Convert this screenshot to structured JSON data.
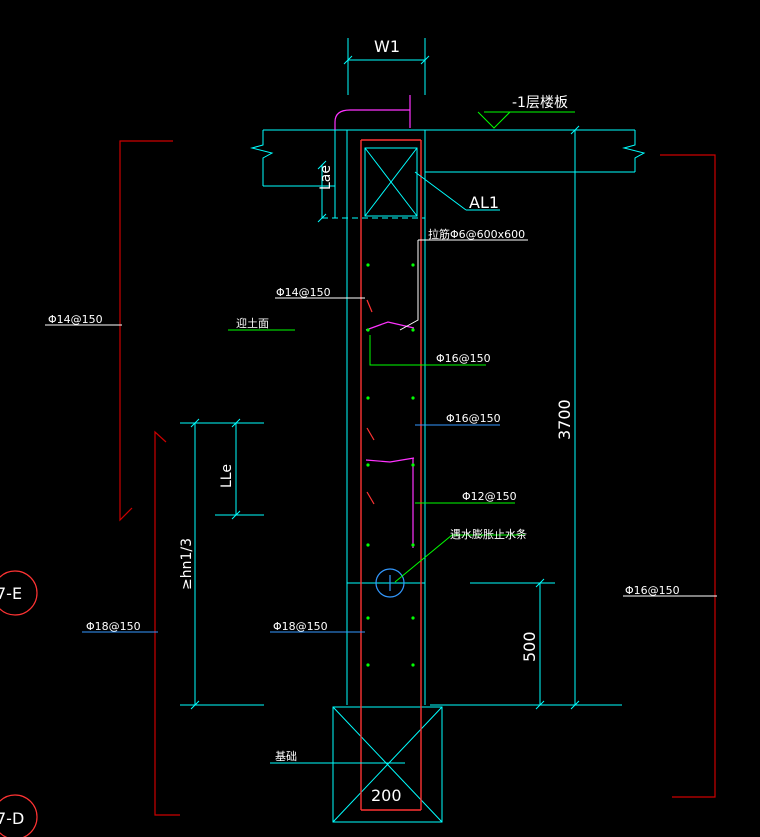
{
  "colors": {
    "background": "#000000",
    "cyan": "#00ffff",
    "blue": "#3399ff",
    "green": "#00ff00",
    "red": "#ff3333",
    "dark_red": "#cc0000",
    "magenta": "#ff33ff",
    "white": "#ffffff",
    "yellow": "#ffff00"
  },
  "labels": {
    "w1": "W1",
    "floor_slab": "-1层楼板",
    "lae": "Lae",
    "al1": "AL1",
    "tie_bar": "拉筋Φ6@600x600",
    "rebar_14_left": "Φ14@150",
    "rebar_14_inner": "Φ14@150",
    "facing_soil": "迎土面",
    "rebar_16_upper": "Φ16@150",
    "rebar_16_mid": "Φ16@150",
    "dim_3700": "3700",
    "lle": "LLe",
    "rebar_12": "Φ12@150",
    "waterstop": "遇水膨胀止水条",
    "hn13": "≥hn1/3",
    "axis_e": "7-E",
    "rebar_16_right": "Φ16@150",
    "rebar_18_left": "Φ18@150",
    "rebar_18_inner": "Φ18@150",
    "dim_500": "500",
    "foundation": "基础",
    "dim_200": "200",
    "axis_d": "7-D"
  }
}
